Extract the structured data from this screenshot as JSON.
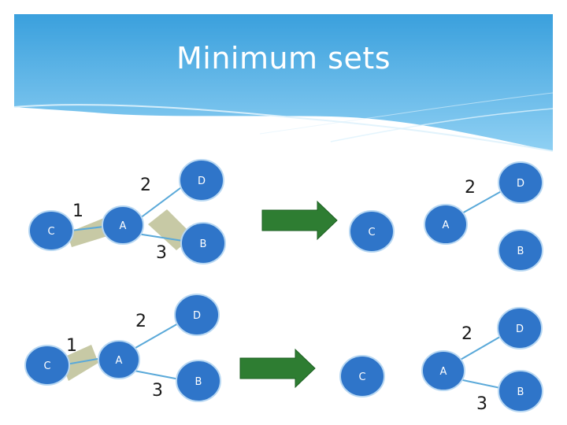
{
  "slide": {
    "title": "Minimum sets",
    "colors": {
      "banner_top": "#3aa0dd",
      "banner_bottom": "#8fd0f3",
      "node_fill": "#2f75c9",
      "node_stroke": "#b7d7f2",
      "edge": "#5aa9d9",
      "highlight": "#c7c9a5",
      "arrow": "#2e7d32"
    }
  },
  "diagrams": [
    {
      "nodes": [
        {
          "id": "C",
          "label": "C"
        },
        {
          "id": "A",
          "label": "A"
        },
        {
          "id": "D",
          "label": "D"
        },
        {
          "id": "B",
          "label": "B"
        }
      ],
      "edges": [
        {
          "from": "C",
          "to": "A",
          "weight": "1",
          "highlighted": true
        },
        {
          "from": "A",
          "to": "D",
          "weight": "2",
          "highlighted": false
        },
        {
          "from": "A",
          "to": "B",
          "weight": "3",
          "highlighted": true
        }
      ]
    },
    {
      "nodes": [
        {
          "id": "C",
          "label": "C"
        },
        {
          "id": "A",
          "label": "A"
        },
        {
          "id": "D",
          "label": "D"
        },
        {
          "id": "B",
          "label": "B"
        }
      ],
      "edges": [
        {
          "from": "A",
          "to": "D",
          "weight": "2"
        }
      ]
    },
    {
      "nodes": [
        {
          "id": "C",
          "label": "C"
        },
        {
          "id": "A",
          "label": "A"
        },
        {
          "id": "D",
          "label": "D"
        },
        {
          "id": "B",
          "label": "B"
        }
      ],
      "edges": [
        {
          "from": "C",
          "to": "A",
          "weight": "1",
          "highlighted": true
        },
        {
          "from": "A",
          "to": "D",
          "weight": "2",
          "highlighted": false
        },
        {
          "from": "A",
          "to": "B",
          "weight": "3",
          "highlighted": false
        }
      ]
    },
    {
      "nodes": [
        {
          "id": "C",
          "label": "C"
        },
        {
          "id": "A",
          "label": "A"
        },
        {
          "id": "D",
          "label": "D"
        },
        {
          "id": "B",
          "label": "B"
        }
      ],
      "edges": [
        {
          "from": "A",
          "to": "D",
          "weight": "2"
        },
        {
          "from": "A",
          "to": "B",
          "weight": "3"
        }
      ]
    }
  ]
}
